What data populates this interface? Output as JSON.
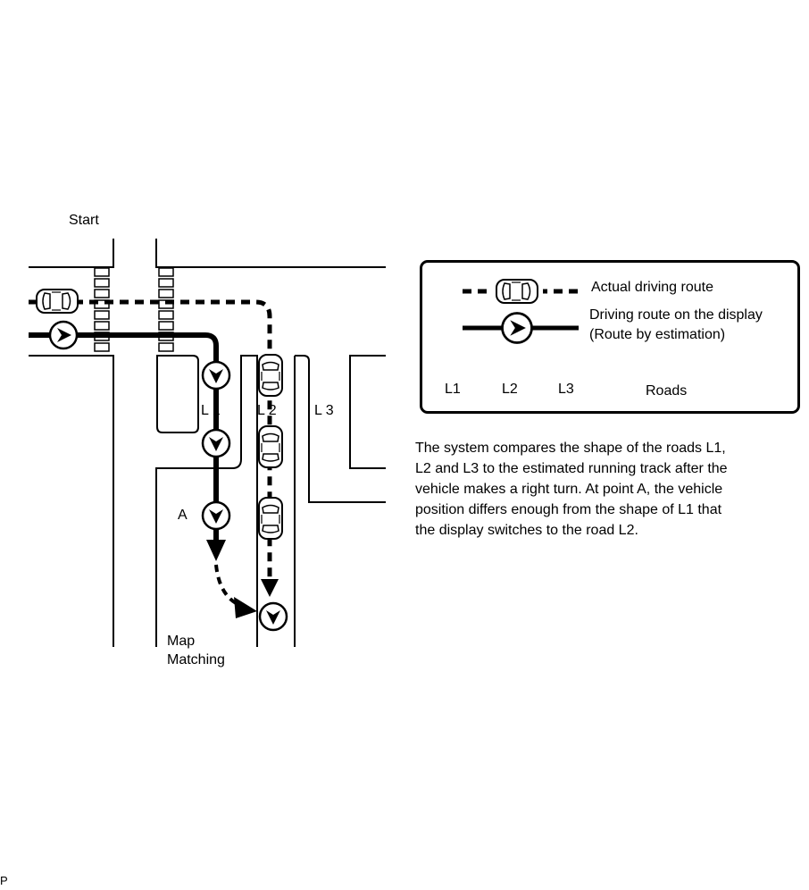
{
  "labels": {
    "start": "Start",
    "l1": "L 1",
    "l2": "L 2",
    "l3": "L 3",
    "point_a": "A",
    "map_matching_line1": "Map",
    "map_matching_line2": "Matching",
    "corner_mark": "P"
  },
  "legend": {
    "actual_route": "Actual driving route",
    "display_route_line1": "Driving route on the display",
    "display_route_line2": "(Route by estimation)",
    "road_l1": "L1",
    "road_l2": "L2",
    "road_l3": "L3",
    "roads": "Roads"
  },
  "description": [
    "The system compares the shape of the roads L1,",
    "L2 and L3 to the estimated running track after the",
    "vehicle makes a right turn. At point A, the vehicle",
    "position differs enough from the shape of L1 that",
    "the display switches to the road L2."
  ],
  "icons": {
    "car": "car-top-view-icon",
    "arrow_marker": "direction-marker-icon"
  }
}
